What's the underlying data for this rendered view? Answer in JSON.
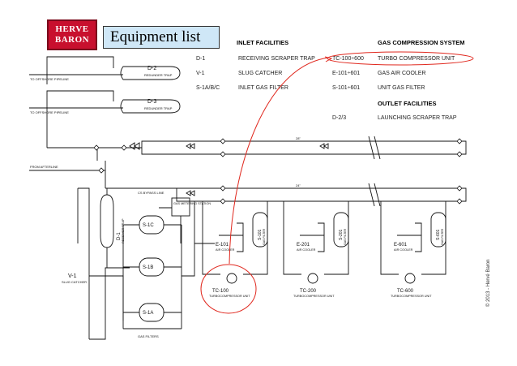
{
  "logo": {
    "line1": "HERVE",
    "line2": "BARON"
  },
  "title": "Equipment list",
  "inlet": {
    "heading": "INLET FACILITIES",
    "rows": [
      {
        "tag": "D-1",
        "name": "RECEIVING SCRAPER TRAP"
      },
      {
        "tag": "V-1",
        "name": "SLUG CATCHER"
      },
      {
        "tag": "S-1A/B/C",
        "name": "INLET GAS FILTER"
      }
    ]
  },
  "gas_compression": {
    "heading": "GAS COMPRESSION SYSTEM",
    "rows": [
      {
        "tag": "TC-100÷600",
        "name": "TURBO COMPRESSOR UNIT"
      },
      {
        "tag": "E-101÷601",
        "name": "GAS AIR COOLER"
      },
      {
        "tag": "S-101÷601",
        "name": "UNIT GAS FILTER"
      }
    ]
  },
  "outlet": {
    "heading": "OUTLET FACILITIES",
    "rows": [
      {
        "tag": "D-2/3",
        "name": "LAUNCHING SCRAPER TRAP"
      }
    ]
  },
  "copyright": "© 2013 - Hervé Baron",
  "diagram_labels": {
    "d2": "D-2",
    "d2_sub": "REDUNDER TRAP",
    "d3": "D-3",
    "d3_sub": "REDUNDER TRAP",
    "to_pipeline_1": "TO OFFSHORE PIPELINE",
    "to_pipeline_2": "TO OFFSHORE PIPELINE",
    "from_pipeline": "FROM AFTERLINE",
    "bypass": "CS BYPASS LINE",
    "metering": "GAS METERING STATION",
    "d1": "D-1",
    "d1_sub": "RECEIVER TRAP",
    "v1": "V-1",
    "v1_sub": "SLUG CATCHER",
    "s1c": "S-1C",
    "s1b": "S-1B",
    "s1a": "S-1A",
    "gas_filters": "GAS FILTERS",
    "e101": "E-101",
    "e101_sub": "AIR COOLER",
    "e201": "E-201",
    "e201_sub": "AIR COOLER",
    "e601": "E-601",
    "e601_sub": "AIR COOLER",
    "s101": "S-101",
    "s101_sub": "GAS FILTER",
    "s201": "S-201",
    "s201_sub": "GAS FILTER",
    "s601": "S-601",
    "s601_sub": "GAS FILTER",
    "tc100": "TC-100",
    "tc100_sub": "TURBOCOMPRESSOR UNIT",
    "tc200": "TC-200",
    "tc200_sub": "TURBOCOMPRESSOR UNIT",
    "tc600": "TC-600",
    "tc600_sub": "TURBOCOMPRESSOR UNIT",
    "size_28": "28\"",
    "size_24": "24\""
  },
  "colors": {
    "logo_red": "#c8102e",
    "title_fill": "#cfe7f7",
    "highlight": "#e0281e",
    "line": "#111111"
  }
}
